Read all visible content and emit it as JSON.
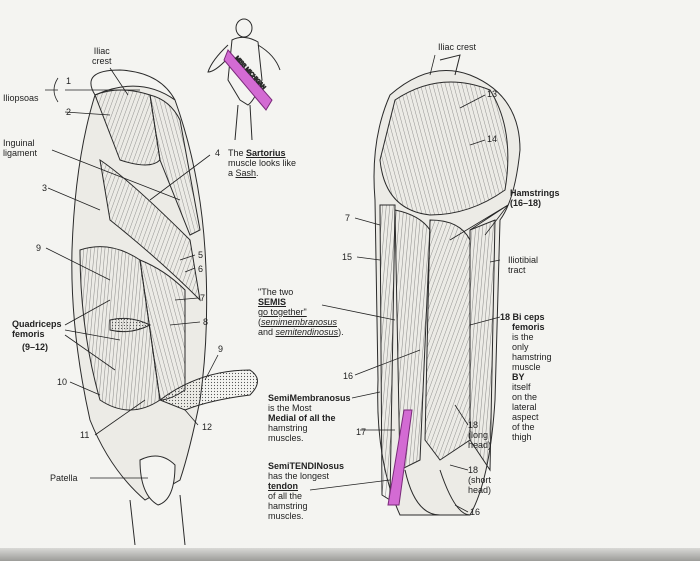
{
  "front_view": {
    "iliac_crest_label": "Iliac\ncrest",
    "iliopsoas_label": "Iliopsoas",
    "num_1": "1",
    "num_2": "2",
    "inguinal_ligament_label": "Inguinal\nligament",
    "num_3": "3",
    "num_4": "4",
    "sartorius_prefix": "The ",
    "sartorius_word": "Sartorius",
    "sartorius_suffix": "muscle looks like\na ",
    "sash_word": "Sash",
    "sash_dot": ".",
    "num_5": "5",
    "num_6": "6",
    "num_7": "7",
    "num_8": "8",
    "num_9_left": "9",
    "num_9_right": "9",
    "quadriceps_label": "Quadriceps\nfemoris",
    "quadriceps_range": "(9–12)",
    "num_10": "10",
    "num_11": "11",
    "num_12": "12",
    "patella_label": "Patella",
    "sash_banner_text": "MISS MICHIGAN"
  },
  "back_view": {
    "iliac_crest_label": "Iliac crest",
    "num_13": "13",
    "num_14": "14",
    "hamstrings_label": "Hamstrings\n(16–18)",
    "num_7": "7",
    "num_15": "15",
    "iliotibial_label": "Iliotibial\ntract",
    "semis_line1": "\"The two",
    "semis_line2": "SEMIS",
    "semis_line3": "go together\"",
    "semis_line4a": "(",
    "semis_line4b": "semimembranosus",
    "semis_line5a": "and ",
    "semis_line5b": "semitendinosus",
    "semis_line5c": ").",
    "num_16_top": "16",
    "semimem_line1": "SemiMembranosus",
    "semimem_line2": "is the Most",
    "semimem_line3": "Medial of all the",
    "semimem_line4": "hamstring",
    "semimem_line5": "muscles.",
    "num_17": "17",
    "semiten_line1": "SemiTENDINosus",
    "semiten_line2": "has the longest",
    "semiten_line3": "tendon",
    "semiten_line4": "of all the\nhamstring\nmuscles.",
    "biceps_head": "18 Bi ceps",
    "biceps_word": "femoris",
    "biceps_body": "is the\nonly\nhamstring\nmuscle",
    "biceps_by": "BY",
    "biceps_tail": "itself\non the\nlateral\naspect\nof the\nthigh",
    "long_head": "18\n(long\nhead)",
    "short_head": "18\n(short\nhead)",
    "num_16_bottom": "16"
  },
  "colors": {
    "background": "#f4f4f1",
    "ink": "#2a2a2a",
    "highlight": "#d36bd3"
  }
}
